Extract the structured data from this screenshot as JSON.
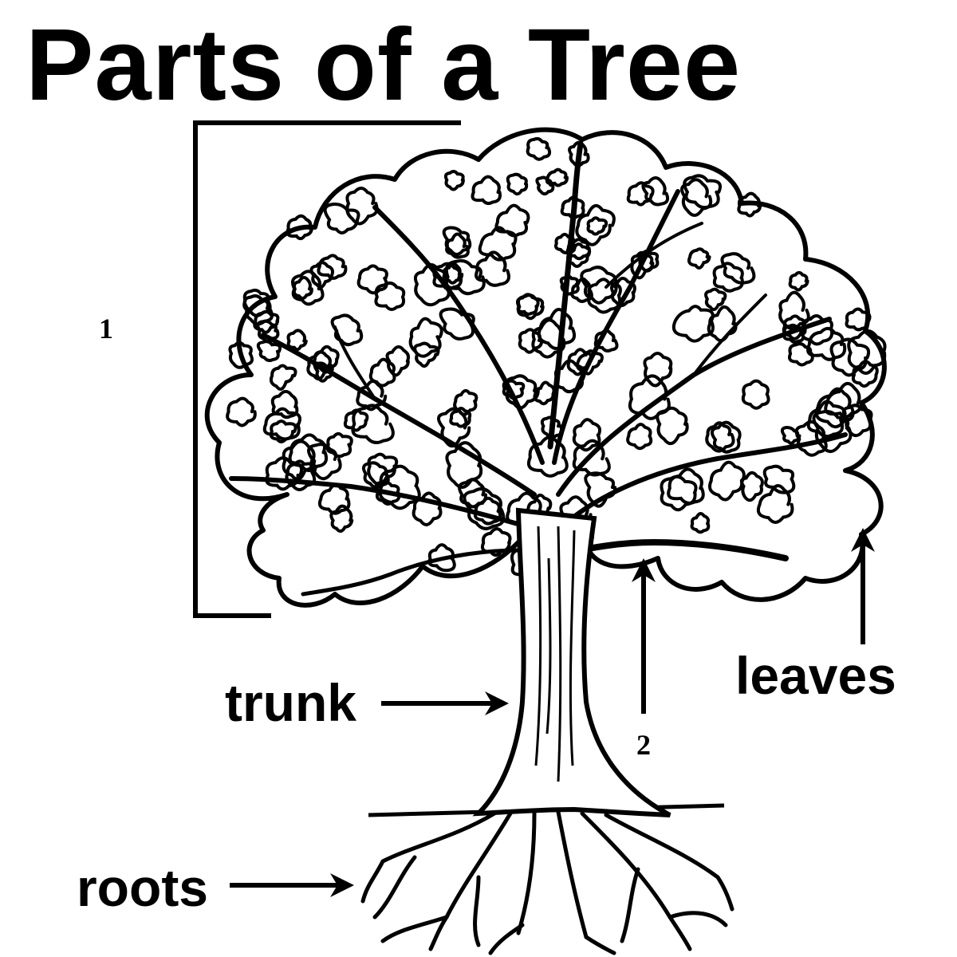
{
  "title": "Parts of a Tree",
  "labels": {
    "trunk": "trunk",
    "roots": "roots",
    "leaves": "leaves",
    "num1": "1",
    "num2": "2"
  },
  "colors": {
    "ink": "#000000",
    "paper": "#ffffff"
  }
}
